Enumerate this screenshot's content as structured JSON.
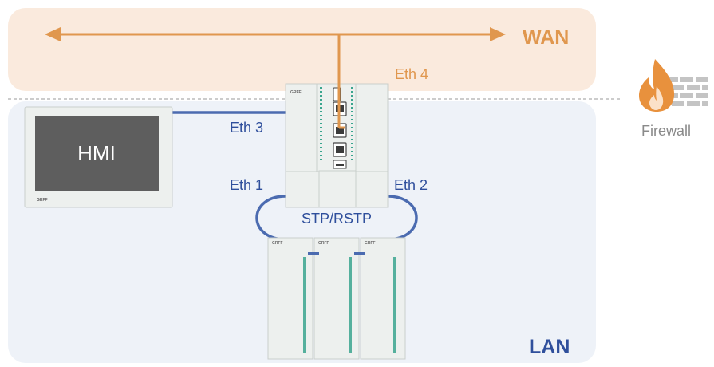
{
  "zones": {
    "wan": {
      "label": "WAN",
      "color": "#e0974e",
      "fill": "#faeadd"
    },
    "lan": {
      "label": "LAN",
      "color": "#2f4f9c",
      "fill": "#eef2f8"
    }
  },
  "links": {
    "eth1": "Eth 1",
    "eth2": "Eth 2",
    "eth3": "Eth 3",
    "eth4": "Eth 4"
  },
  "protocol_label": "STP/RSTP",
  "devices": {
    "hmi": {
      "label": "HMI",
      "brand": "GRFF"
    },
    "controller": {
      "brand": "GRFF"
    },
    "io_modules": [
      {
        "brand": "GRFF"
      },
      {
        "brand": "GRFF"
      },
      {
        "brand": "GRFF"
      }
    ]
  },
  "firewall": {
    "label": "Firewall",
    "flame_color": "#e8913d",
    "wall_color": "#c4c4c4"
  },
  "colors": {
    "wan_line": "#e0974e",
    "lan_line": "#4b6bb0",
    "text_blue": "#2f4f9c",
    "device_fill": "#edf0ee",
    "device_stroke": "#c9cfcc",
    "led": "#3aa58e",
    "hmi_screen": "#5e5e5e"
  }
}
